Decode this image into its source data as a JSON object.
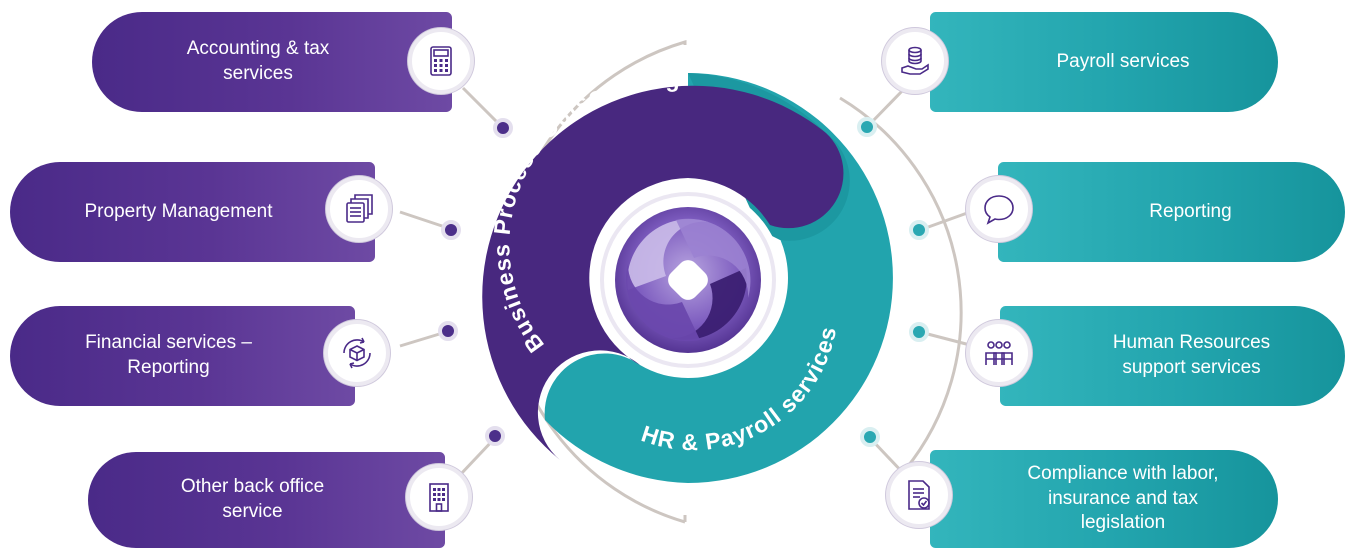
{
  "diagram": {
    "center_ring": {
      "outer_label": "Business Process Outsourcing",
      "inner_label": "HR & Payroll services"
    },
    "left_services": [
      {
        "label_lines": [
          "Accounting & tax",
          "services"
        ],
        "icon": "calculator-icon"
      },
      {
        "label_lines": [
          "Property Management"
        ],
        "icon": "stacked-documents-icon"
      },
      {
        "label_lines": [
          "Financial services –",
          "Reporting"
        ],
        "icon": "cube-cycle-icon"
      },
      {
        "label_lines": [
          "Other back office",
          "service"
        ],
        "icon": "office-building-icon"
      }
    ],
    "right_services": [
      {
        "label_lines": [
          "Payroll services"
        ],
        "icon": "coins-hand-icon"
      },
      {
        "label_lines": [
          "Reporting"
        ],
        "icon": "speech-bubble-icon"
      },
      {
        "label_lines": [
          "Human Resources",
          "support services"
        ],
        "icon": "people-group-icon"
      },
      {
        "label_lines": [
          "Compliance with labor,",
          "insurance and tax",
          "legislation"
        ],
        "icon": "document-check-icon"
      }
    ],
    "colors": {
      "purple": "#4a2a88",
      "teal": "#22a4ad",
      "ring_line": "#cdc6c1",
      "connector_dot_purple": "#4c2f8a",
      "connector_dot_teal": "#2aa8b2"
    }
  }
}
